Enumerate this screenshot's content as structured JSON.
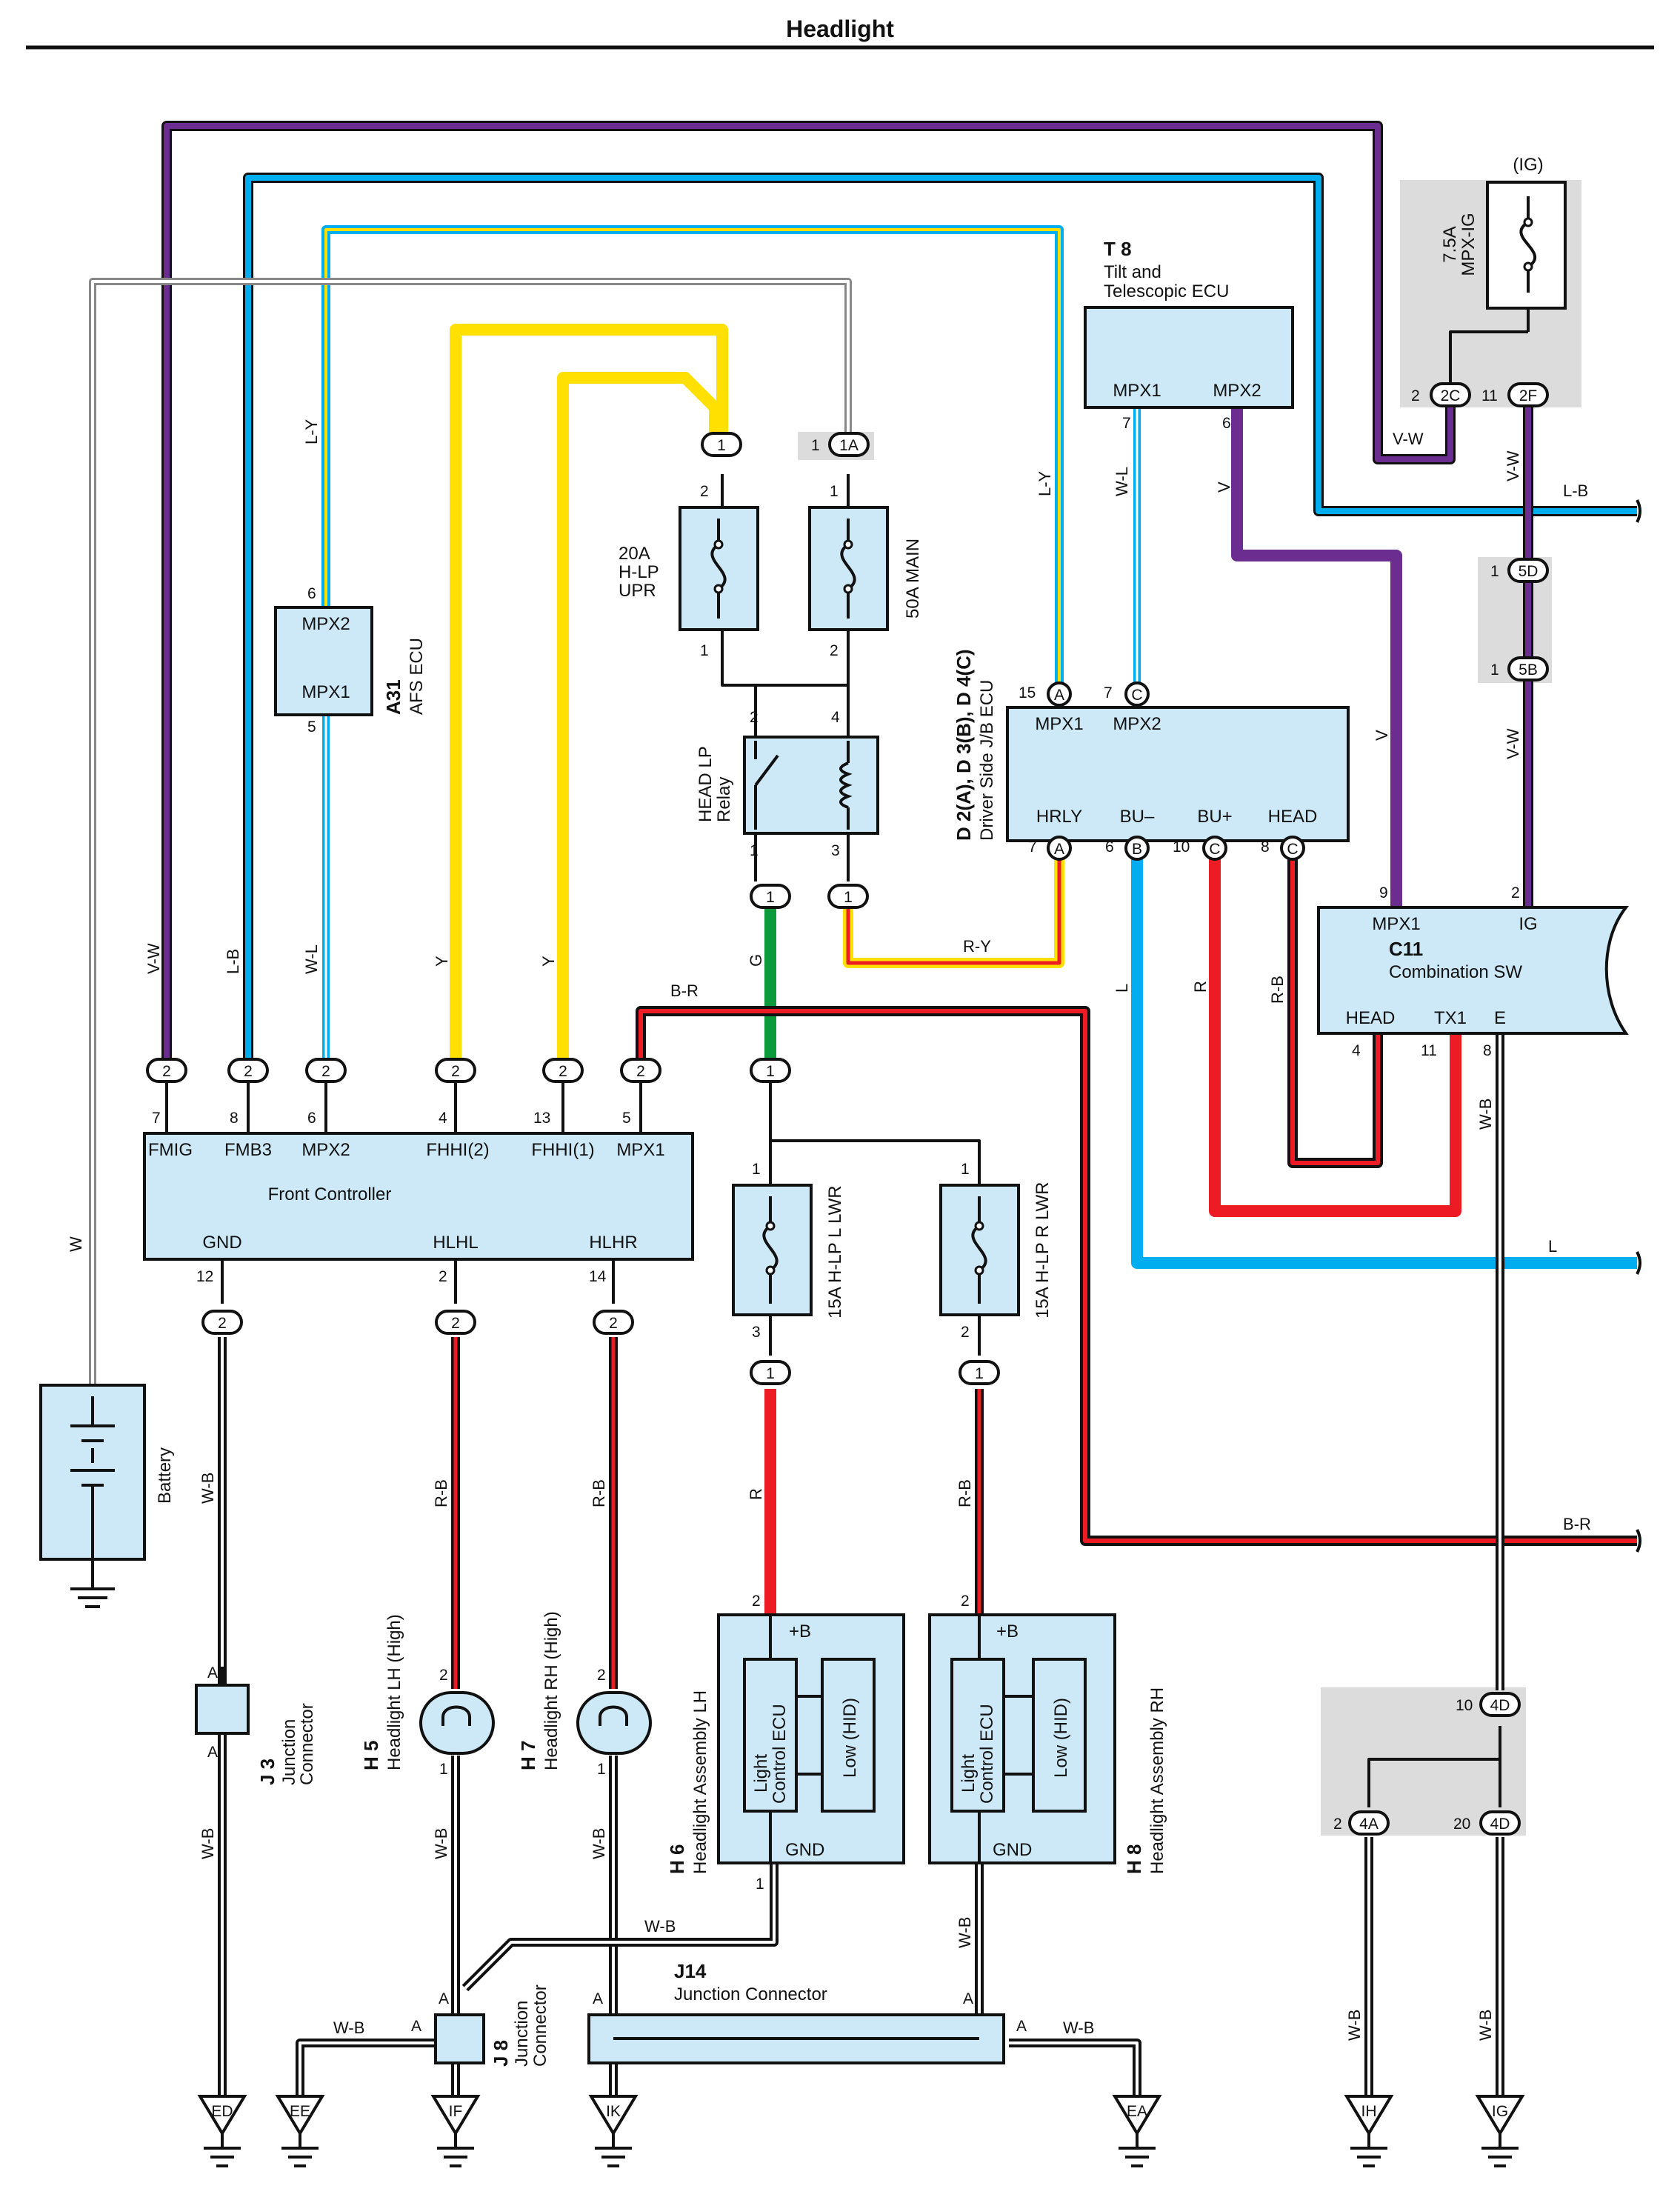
{
  "title": "Headlight",
  "colors": {
    "purple": "#6b2d90",
    "blue": "#00aeef",
    "yellow": "#ffe000",
    "red": "#ed1c24",
    "green": "#0c9b3c",
    "black": "#1a1a1a",
    "gray": "#8c8c8c",
    "box_fill": "#cde9f7",
    "shade": "#dcdcdc"
  },
  "components": {
    "ig_label": "(IG)",
    "ig_fuse": [
      "7.5A",
      "MPX-IG"
    ],
    "t8": {
      "code": "T 8",
      "name1": "Tilt and",
      "name2": "Telescopic ECU",
      "p1": "MPX1",
      "p2": "MPX2",
      "n1": "7",
      "n2": "6"
    },
    "a31": {
      "code": "A31",
      "name": "AFS ECU",
      "p1": "MPX2",
      "p2": "MPX1",
      "n1": "6",
      "n2": "5"
    },
    "fuse_20a": [
      "20A",
      "H-LP",
      "UPR"
    ],
    "fuse_50a": "50A MAIN",
    "relay": [
      "HEAD LP",
      "Relay"
    ],
    "jb_ecu": {
      "code": "D 2(A), D 3(B), D 4(C)",
      "name": "Driver Side J/B ECU",
      "p_mpx1": "MPX1",
      "p_mpx2": "MPX2",
      "p_hrly": "HRLY",
      "p_bum": "BU–",
      "p_bup": "BU+",
      "p_head": "HEAD",
      "n15": "15",
      "n7a": "7",
      "n7b": "7",
      "n6": "6",
      "n10": "10",
      "n8": "8"
    },
    "c11": {
      "code": "C11",
      "name": "Combination SW",
      "p_mpx1": "MPX1",
      "p_ig": "IG",
      "p_head": "HEAD",
      "p_tx1": "TX1",
      "p_e": "E",
      "n9": "9",
      "n2": "2",
      "n4": "4",
      "n11": "11",
      "n8": "8"
    },
    "front": {
      "name": "Front Controller",
      "p": [
        "FMIG",
        "FMB3",
        "MPX2",
        "FHHI(2)",
        "FHHI(1)",
        "MPX1"
      ],
      "n": [
        "7",
        "8",
        "6",
        "4",
        "13",
        "5"
      ],
      "p_gnd": "GND",
      "p_hlhl": "HLHL",
      "p_hlhr": "HLHR",
      "n_gnd": "12",
      "n_hlhl": "2",
      "n_hlhr": "14"
    },
    "fuse_l": "15A H-LP L LWR",
    "fuse_r": "15A H-LP R LWR",
    "battery": "Battery",
    "j3": {
      "code": "J 3",
      "name": "Junction",
      "name2": "Connector"
    },
    "h5": {
      "code": "H 5",
      "name": "Headlight LH (High)"
    },
    "h7": {
      "code": "H 7",
      "name": "Headlight RH (High)"
    },
    "h6": {
      "code": "H 6",
      "name": "Headlight Assembly LH",
      "plus_b": "+B",
      "gnd": "GND",
      "ecu1": "Light",
      "ecu2": "Control ECU",
      "low": "Low (HID)"
    },
    "h8": {
      "code": "H 8",
      "name": "Headlight Assembly RH",
      "plus_b": "+B",
      "gnd": "GND",
      "ecu1": "Light",
      "ecu2": "Control ECU",
      "low": "Low (HID)"
    },
    "j8": {
      "code": "J 8",
      "name": "Junction",
      "name2": "Connector"
    },
    "j14": {
      "code": "J14",
      "name": "Junction Connector"
    }
  },
  "connectors": {
    "c2c": "2C",
    "c2f": "2F",
    "c1a": "1A",
    "c5d": "5D",
    "c5b": "5B",
    "c4d": "4D",
    "c4a": "4A",
    "a": "A",
    "b": "B",
    "c": "C",
    "one": "1",
    "two": "2"
  },
  "pins": {
    "n1": "1",
    "n2": "2",
    "n3": "3",
    "n4": "4",
    "n10": "10",
    "n11": "11",
    "n20": "20"
  },
  "wires": {
    "vw": "V-W",
    "lb": "L-B",
    "wl": "W-L",
    "ly": "L-Y",
    "y": "Y",
    "w": "W",
    "v": "V",
    "g": "G",
    "br": "B-R",
    "ry": "R-Y",
    "l": "L",
    "r": "R",
    "rb": "R-B",
    "wb": "W-B"
  },
  "grounds": [
    "ED",
    "EE",
    "IF",
    "IK",
    "EA",
    "IH",
    "IG"
  ]
}
